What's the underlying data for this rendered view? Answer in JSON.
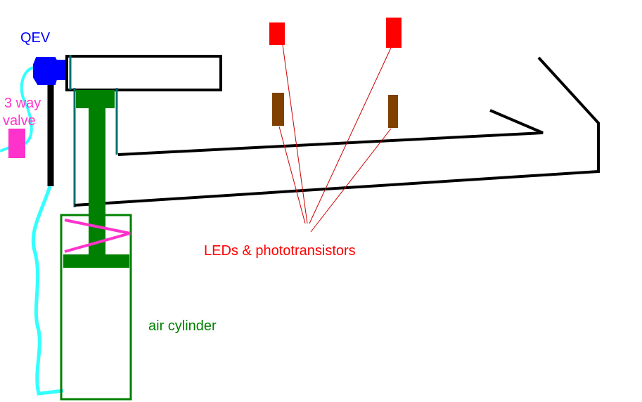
{
  "labels": {
    "qev": "QEV",
    "three_way_valve_line1": "3 way",
    "three_way_valve_line2": "valve",
    "leds_phototransistors": "LEDs & phototransistors",
    "air_cylinder": "air cylinder"
  },
  "colors": {
    "qev": "#0000ff",
    "valve": "#ff33cc",
    "led": "#ff0000",
    "phototransistor": "#7f4000",
    "air_hose": "#33ffff",
    "cylinder": "#008000",
    "guide_rail": "#007070",
    "frame": "#000000",
    "pointer_line": "#cc0000",
    "spring": "#ff33cc"
  }
}
